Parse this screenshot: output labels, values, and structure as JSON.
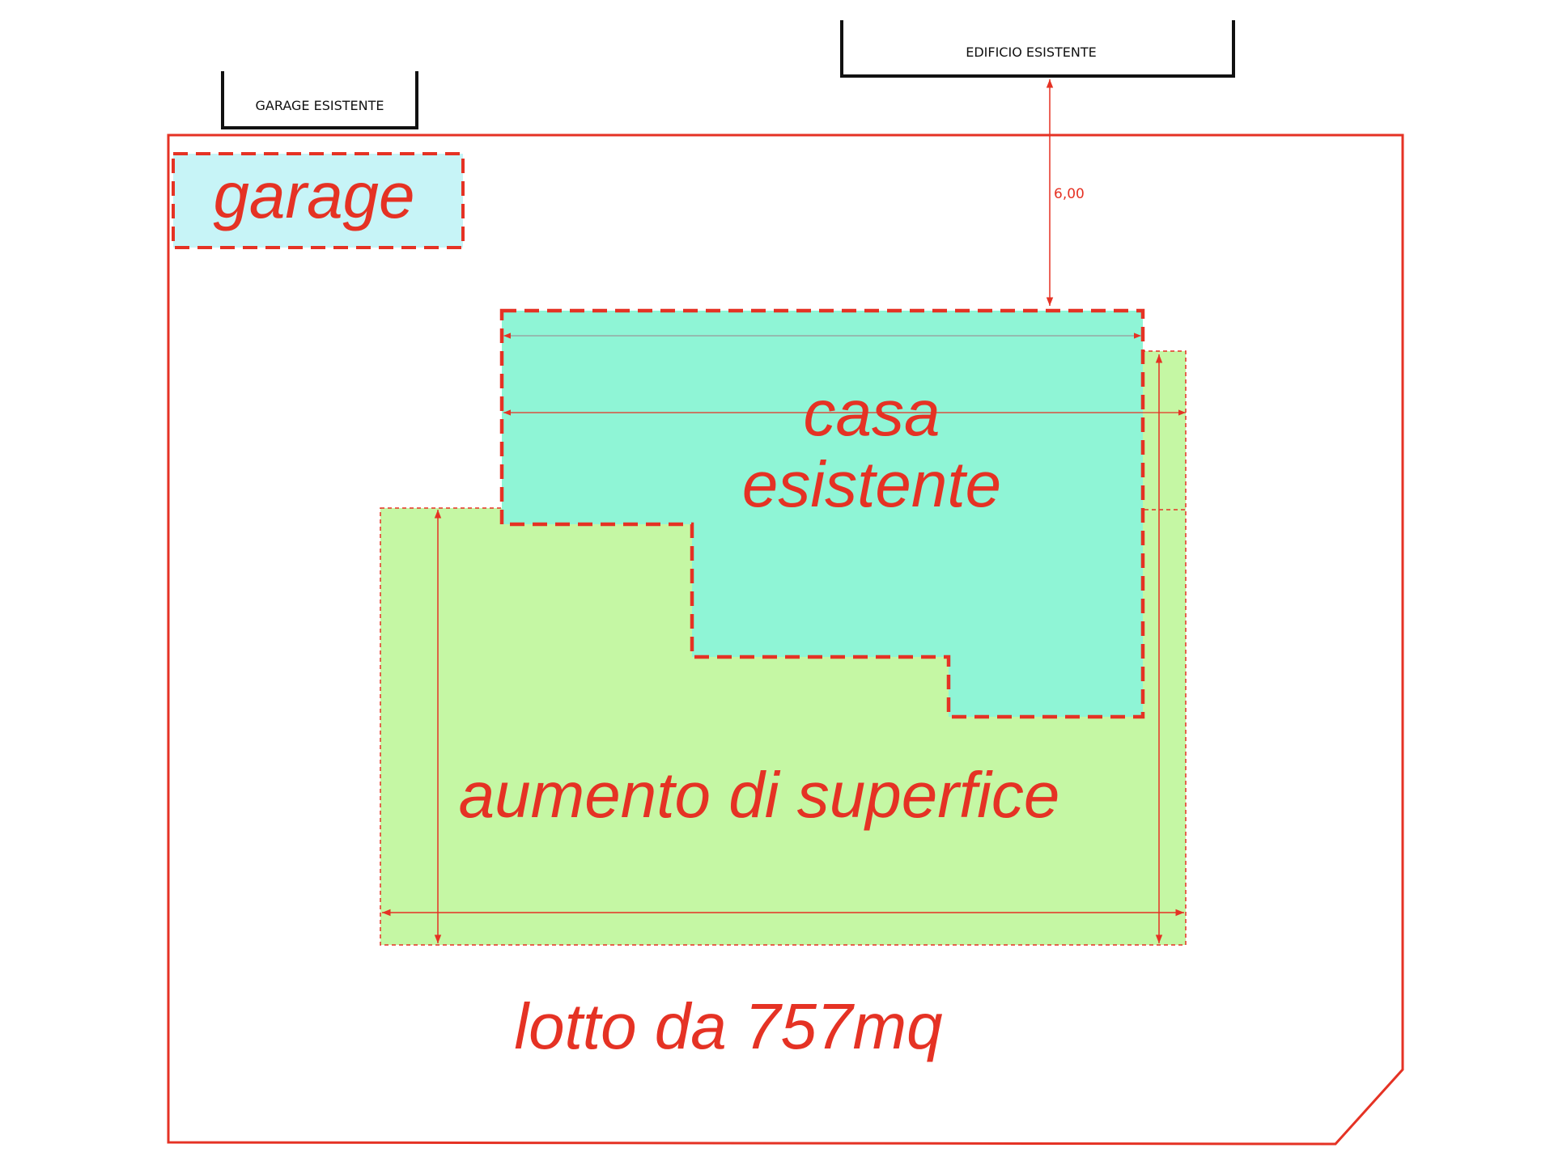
{
  "colors": {
    "line": "#e53224",
    "existing_fill": "#8ff5d6",
    "expansion_fill": "#c5f7a4",
    "garage_fill": "#c7f4f7",
    "black": "#111111"
  },
  "labels": {
    "edificio_esistente": "EDIFICIO ESISTENTE",
    "garage_esistente": "GARAGE ESISTENTE",
    "distance": "6,00",
    "garage": "garage",
    "casa_line1": "casa",
    "casa_line2": "esistente",
    "aumento": "aumento di superfice",
    "lotto": "lotto da 757mq"
  }
}
